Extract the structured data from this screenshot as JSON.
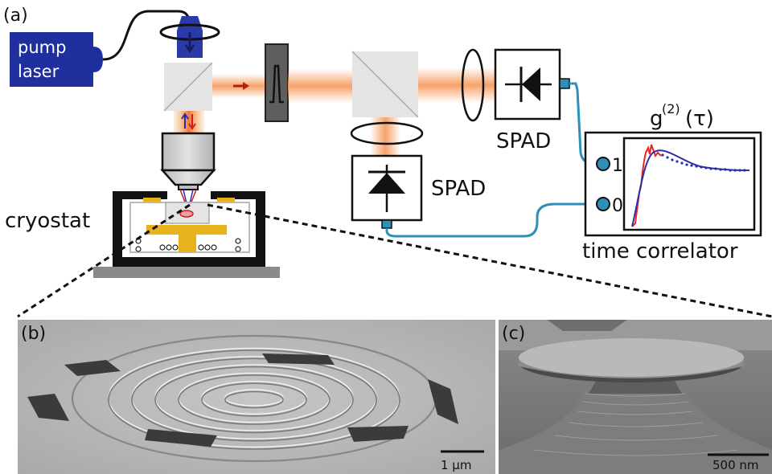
{
  "panel_a": {
    "label": "(a)",
    "pump_laser_line1": "pump",
    "pump_laser_line2": "laser",
    "cryostat": "cryostat",
    "spad_top": "SPAD",
    "spad_bottom": "SPAD",
    "g2_base": "g",
    "g2_sup": "(2)",
    "g2_arg": "(τ)",
    "channel_1": "1",
    "channel_0": "0",
    "time_correlator": "time correlator"
  },
  "panel_b": {
    "label": "(b)",
    "scale_bar": "1 µm"
  },
  "panel_c": {
    "label": "(c)",
    "scale_bar": "500 nm"
  },
  "colors": {
    "pump_laser": "#1f2f9e",
    "beam": "#f6a36a",
    "fiber": "#2e8fb8",
    "gold": "#e7b21c",
    "g2_fit": "#2b2ca8",
    "g2_data": "#e8281e"
  }
}
